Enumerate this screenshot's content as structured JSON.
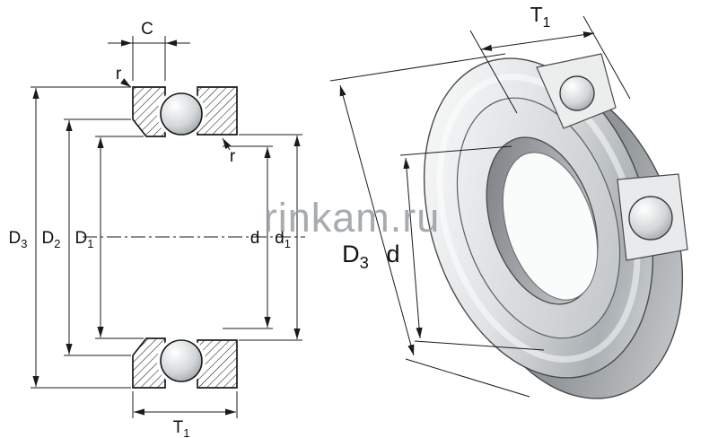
{
  "watermark": {
    "text": "rinkam.ru",
    "color": "#949aa1"
  },
  "drawing": {
    "line_color": "#1b1b1b",
    "type": "thrust-ball-bearing-drawing"
  },
  "left_view": {
    "description": "cross-section",
    "labels": {
      "c": {
        "main": "C",
        "sub": ""
      },
      "r_top": {
        "main": "r",
        "sub": ""
      },
      "r_right": {
        "main": "r",
        "sub": ""
      },
      "d3": {
        "main": "D",
        "sub": "3"
      },
      "d2": {
        "main": "D",
        "sub": "2"
      },
      "d1_big": {
        "main": "D",
        "sub": "1"
      },
      "d_small": {
        "main": "d",
        "sub": ""
      },
      "d1_small": {
        "main": "d",
        "sub": "1"
      },
      "t1": {
        "main": "T",
        "sub": "1"
      }
    }
  },
  "right_view": {
    "description": "3d-render",
    "labels": {
      "t1": {
        "main": "T",
        "sub": "1"
      },
      "d3": {
        "main": "D",
        "sub": "3"
      },
      "d_small": {
        "main": "d",
        "sub": ""
      }
    }
  }
}
